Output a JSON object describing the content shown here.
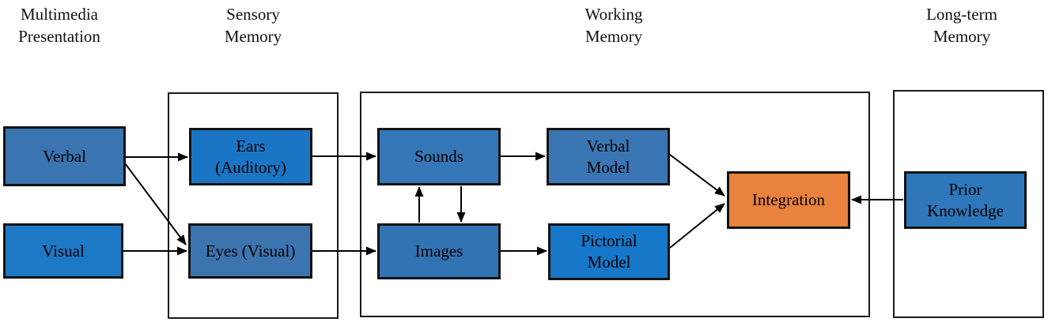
{
  "diagram": {
    "column_headers": {
      "multimedia_presentation": "Multimedia\nPresentation",
      "sensory_memory": "Sensory\nMemory",
      "working_memory": "Working\nMemory",
      "long_term_memory": "Long-term\nMemory"
    },
    "boxes": {
      "verbal": {
        "label": "Verbal",
        "fill": "#3a74b1"
      },
      "visual": {
        "label": "Visual",
        "fill": "#1d78c6"
      },
      "ears": {
        "label": "Ears\n(Auditory)",
        "fill": "#1a76c4"
      },
      "eyes": {
        "label": "Eyes (Visual)",
        "fill": "#3b74ae"
      },
      "sounds": {
        "label": "Sounds",
        "fill": "#3576b6"
      },
      "images": {
        "label": "Images",
        "fill": "#3273b3"
      },
      "verbal_model": {
        "label": "Verbal\nModel",
        "fill": "#3a76b3"
      },
      "pictorial_model": {
        "label": "Pictorial\nModel",
        "fill": "#1777c8"
      },
      "integration": {
        "label": "Integration",
        "fill": "#e8823c"
      },
      "prior_knowledge": {
        "label": "Prior\nKnowledge",
        "fill": "#2e77bb"
      }
    },
    "arrows": [
      {
        "from": "verbal",
        "to": "ears"
      },
      {
        "from": "verbal",
        "to": "eyes"
      },
      {
        "from": "visual",
        "to": "eyes"
      },
      {
        "from": "ears",
        "to": "sounds"
      },
      {
        "from": "eyes",
        "to": "images"
      },
      {
        "from": "images",
        "to": "sounds"
      },
      {
        "from": "sounds",
        "to": "images"
      },
      {
        "from": "sounds",
        "to": "verbal_model"
      },
      {
        "from": "images",
        "to": "pictorial_model"
      },
      {
        "from": "verbal_model",
        "to": "integration"
      },
      {
        "from": "pictorial_model",
        "to": "integration"
      },
      {
        "from": "prior_knowledge",
        "to": "integration"
      }
    ],
    "colors": {
      "bright_blue": "#1d78c6",
      "steel_blue": "#3576b6",
      "orange": "#e8823c",
      "line_black": "#000000",
      "border_black": "#1a1a1a",
      "background": "#ffffff"
    }
  }
}
